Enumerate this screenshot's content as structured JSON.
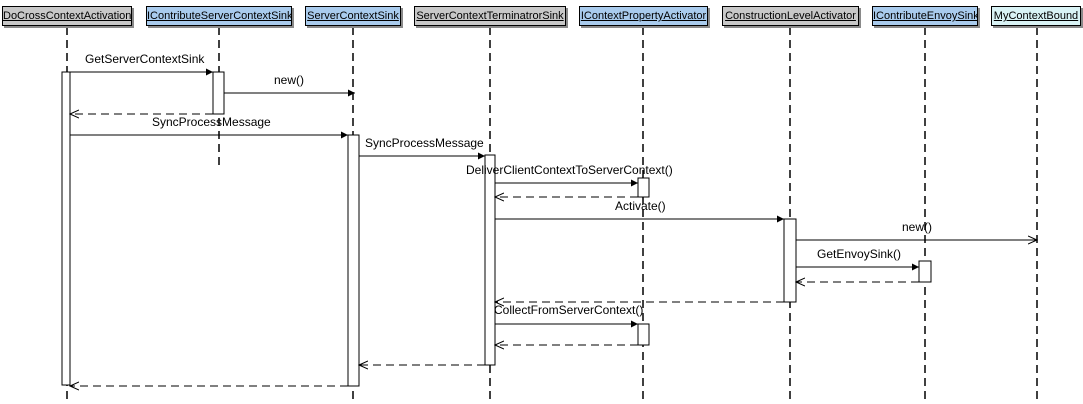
{
  "participants": [
    {
      "id": "p0",
      "name": "DoCrossContextActivation",
      "color": "#c8c8c8"
    },
    {
      "id": "p1",
      "name": "IContributeServerContextSink",
      "color": "#a9cbed"
    },
    {
      "id": "p2",
      "name": "ServerContextSink",
      "color": "#a9cbed"
    },
    {
      "id": "p3",
      "name": "ServerContextTerminatrorSink",
      "color": "#c8c8c8"
    },
    {
      "id": "p4",
      "name": "IContextPropertyActivator",
      "color": "#a9cbed"
    },
    {
      "id": "p5",
      "name": "ConstructionLevelActivator",
      "color": "#c8c8c8"
    },
    {
      "id": "p6",
      "name": "IContributeEnvoySink",
      "color": "#a9cbed"
    },
    {
      "id": "p7",
      "name": "MyContextBound",
      "color": "#d9f3f5"
    }
  ],
  "messages": [
    {
      "id": "m1",
      "from": "p0",
      "to": "p1",
      "label": "GetServerContextSink",
      "kind": "call"
    },
    {
      "id": "m2",
      "from": "p1",
      "to": "p2",
      "label": "new()",
      "kind": "call"
    },
    {
      "id": "m3",
      "from": "p1",
      "to": "p0",
      "label": "",
      "kind": "return"
    },
    {
      "id": "m4",
      "from": "p0",
      "to": "p2",
      "label": "SyncProcessMessage",
      "kind": "call"
    },
    {
      "id": "m5",
      "from": "p2",
      "to": "p3",
      "label": "SyncProcessMessage",
      "kind": "call"
    },
    {
      "id": "m6",
      "from": "p3",
      "to": "p4",
      "label": "DeliverClientContextToServerContext()",
      "kind": "call"
    },
    {
      "id": "m7",
      "from": "p4",
      "to": "p3",
      "label": "",
      "kind": "return"
    },
    {
      "id": "m8",
      "from": "p3",
      "to": "p5",
      "label": "Activate()",
      "kind": "call"
    },
    {
      "id": "m9",
      "from": "p5",
      "to": "p7",
      "label": "new()",
      "kind": "call"
    },
    {
      "id": "m10",
      "from": "p5",
      "to": "p6",
      "label": "GetEnvoySink()",
      "kind": "call"
    },
    {
      "id": "m11",
      "from": "p6",
      "to": "p5",
      "label": "",
      "kind": "return"
    },
    {
      "id": "m12",
      "from": "p5",
      "to": "p3",
      "label": "",
      "kind": "return"
    },
    {
      "id": "m13",
      "from": "p3",
      "to": "p4",
      "label": "CollectFromServerContext()",
      "kind": "call"
    },
    {
      "id": "m14",
      "from": "p4",
      "to": "p3",
      "label": "",
      "kind": "return"
    },
    {
      "id": "m15",
      "from": "p3",
      "to": "p2",
      "label": "",
      "kind": "return"
    },
    {
      "id": "m16",
      "from": "p2",
      "to": "p0",
      "label": "",
      "kind": "return"
    }
  ]
}
